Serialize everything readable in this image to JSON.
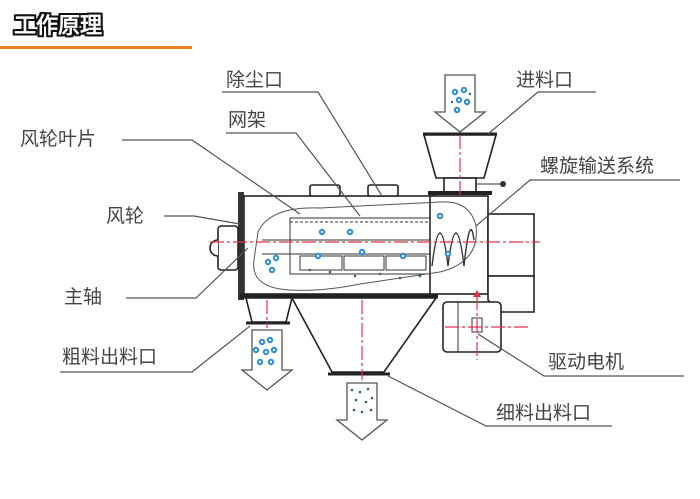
{
  "header": {
    "title": "工作原理",
    "accent_color": "#f07d1a"
  },
  "diagram": {
    "description": "Horizontal airflow sifter working principle",
    "labels": {
      "dust_outlet": "除尘口",
      "mesh_frame": "网架",
      "wind_wheel_blade": "风轮叶片",
      "wind_wheel": "风轮",
      "main_shaft": "主轴",
      "coarse_outlet": "粗料出料口",
      "feed_inlet": "进料口",
      "screw_conveyor": "螺旋输送系统",
      "drive_motor": "驱动电机",
      "fine_outlet": "细料出料口"
    },
    "colors": {
      "centerline": "#e8304a",
      "coarse_particle": "#2b8ce0",
      "fine_particle": "#2c6b55"
    }
  }
}
